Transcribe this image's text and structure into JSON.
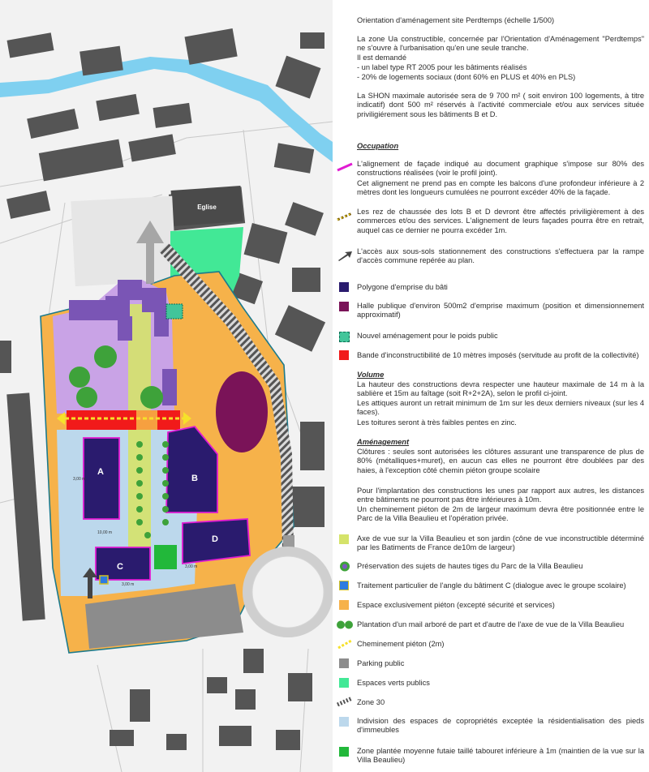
{
  "map": {
    "building_labels": [
      "Eglise",
      "A",
      "B",
      "C",
      "D"
    ],
    "dimensions": [
      "3,00 m",
      "10,00 m",
      "3,00 m",
      "3,00 m"
    ]
  },
  "legend": {
    "title": "Orientation d'aménagement site Perdtemps (échelle 1/500)",
    "intro_1": "La zone Ua constructible, concernée par l'Orientation d'Aménagement \"Perdtemps\" ne s'ouvre à l'urbanisation qu'en une seule tranche.",
    "intro_2": "Il est demandé",
    "intro_3": "- un label type RT 2005 pour les bâtiments réalisés",
    "intro_4": "- 20% de logements sociaux (dont 60% en PLUS et 40% en PLS)",
    "intro_5": "La SHON maximale autorisée sera de 9 700 m² ( soit environ 100 logements, à titre indicatif) dont 500 m² réservés à l'activité commerciale et/ou aux services située priviligiérement sous les bâtiments B et D.",
    "occupation_heading": "Occupation",
    "occ_1a": "L'alignement de façade indiqué au document graphique s'impose sur 80% des constructions réalisées (voir le profil joint).",
    "occ_1b": "Cet alignement ne prend pas en compte les balcons d'une profondeur inférieure à 2 mètres dont les longueurs cumulées ne pourront excéder 40% de la façade.",
    "occ_2": "Les rez de chaussée des lots B et D devront être affectés priviligièrement à des commerces et/ou des services. L'alignement de leurs façades pourra être en retrait, auquel cas ce dernier ne pourra excéder 1m.",
    "occ_3": "L'accès aux sous-sols stationnement des constructions s'effectuera par la rampe d'accès commune repérée au plan.",
    "occ_4": "Polygone d'emprise du bâti",
    "occ_5": "Halle publique d'environ 500m2 d'emprise maximum (position et dimensionnement approximatif)",
    "occ_6": "Nouvel aménagement pour le poids public",
    "occ_7": "Bande d'inconstructibilité de 10 mètres imposés (servitude au profit de la collectivité)",
    "volume_heading": "Volume",
    "vol_1": "La hauteur des constructions devra respecter une hauteur maximale de 14 m à la sablière et 15m au faîtage (soit R+2+2A), selon le profil ci-joint.",
    "vol_2": "Les attiques auront un retrait minimum de 1m sur les deux derniers niveaux (sur les 4 faces).",
    "vol_3": "Les toitures seront à très faibles pentes en zinc.",
    "amenagement_heading": "Aménagement",
    "am_1": "Clôtures : seules sont autorisées les clôtures assurant une transparence de plus de 80% (métalliques+muret), en aucun cas elles ne pourront être doublées par des haies, à l'exception côté chemin piéton groupe scolaire",
    "am_2": "Pour l'implantation des constructions les unes par rapport aux autres, les distances entre bâtiments ne pourront pas être inférieures à 10m.",
    "am_3": "Un cheminement piéton de 2m de largeur maximum devra être positionnée entre le Parc de la Villa Beaulieu et l'opération privée.",
    "am_4": "Axe de vue sur la Villa Beaulieu et son jardin (cône de vue inconstructible déterminé par les Batiments de France de10m de largeur)",
    "am_5": "Préservation des sujets de hautes tiges du Parc de la Villa Beaulieu",
    "am_6": "Traitement particulier de l'angle du bâtiment C (dialogue avec le groupe scolaire)",
    "am_7": "Espace exclusivement piéton (excepté sécurité et services)",
    "am_8": "Plantation d'un mail arboré de part et d'autre de l'axe de vue de la Villa Beaulieu",
    "am_9": "Cheminement piéton (2m)",
    "am_10": "Parking public",
    "am_11": "Espaces verts publics",
    "am_12": "Zone 30",
    "am_13": "Indivision des espaces de copropriétés exceptée la résidentialisation des pieds d'immeubles",
    "am_14": "Zone plantée moyenne futaie taillé tabouret inférieure à 1m (maintien de la vue sur la Villa Beaulieu)"
  },
  "colors": {
    "pedestrian_orange": "#f6b24a",
    "building_navy": "#2a1b6e",
    "hall_purple": "#7a1358",
    "public_green": "#42e896",
    "no_build_red": "#f11a1a",
    "view_axis_yellow": "#d5e36a",
    "indivision_blue": "#bcd8ec",
    "parking_grey": "#8c8c8c",
    "river_blue": "#7fd0f0",
    "park_lilac": "#c9a3e6",
    "frontage_magenta": "#e11bd2"
  }
}
